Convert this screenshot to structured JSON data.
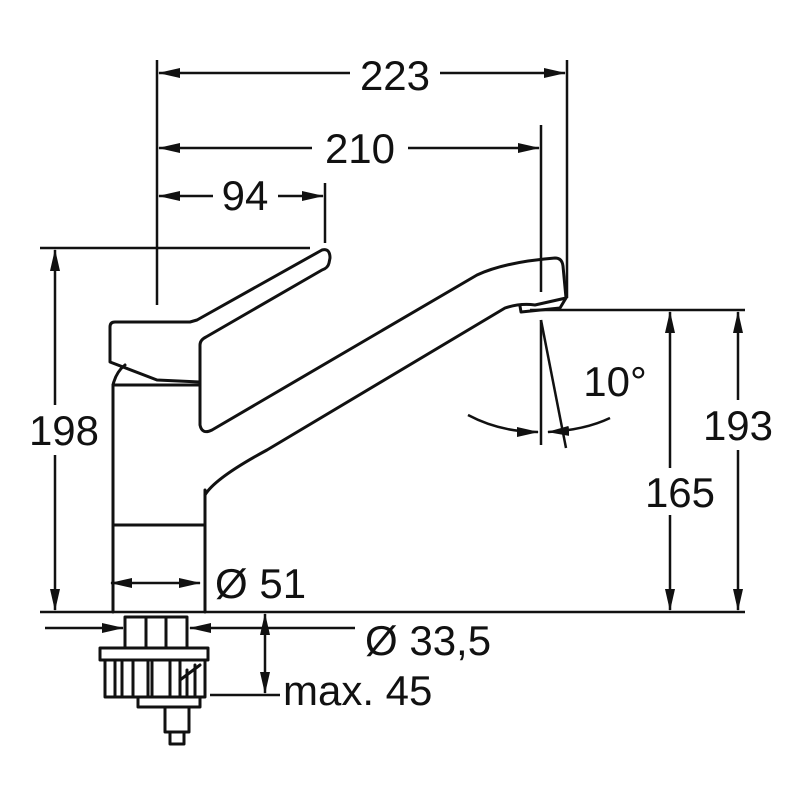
{
  "title": "Faucet dimension drawing",
  "dimensions": {
    "overall_reach": "223",
    "spout_reach": "210",
    "lever_reach": "94",
    "total_height": "198",
    "angle": "10°",
    "outlet_height_max": "193",
    "outlet_height": "165",
    "body_diameter": "Ø 51",
    "thread_diameter": "Ø 33,5",
    "max_thickness": "max. 45"
  },
  "colors": {
    "line": "#111111",
    "background": "#ffffff"
  }
}
